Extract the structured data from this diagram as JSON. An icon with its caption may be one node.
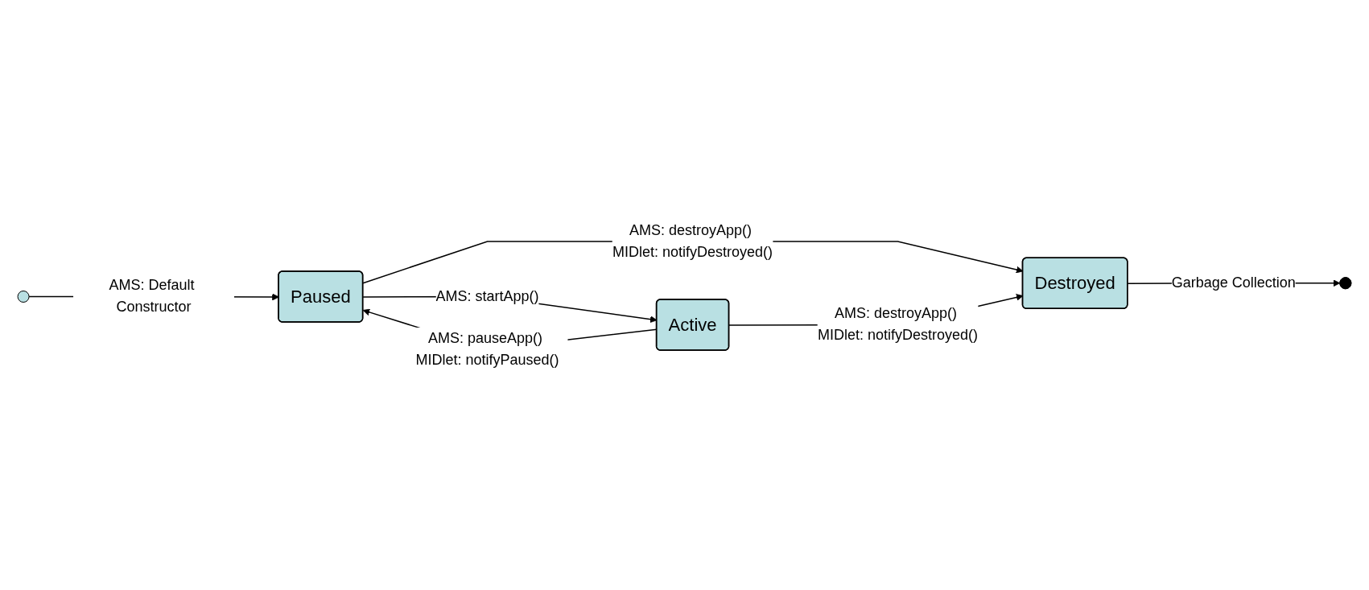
{
  "diagram": {
    "nodes": [
      {
        "text": [],
        "shape": "circle"
      },
      {
        "text": [
          "Paused"
        ]
      },
      {
        "text": [
          "Active"
        ]
      },
      {
        "text": [
          "Destroyed"
        ]
      },
      {
        "text": [],
        "shape": "circle"
      }
    ],
    "edges": [
      {
        "from": 0,
        "to": 1,
        "arrow": "to",
        "label": "AMS: Default Constructor"
      },
      {
        "from": 1,
        "to": 2,
        "arrow": "to",
        "label": "AMS: startApp()"
      },
      {
        "from": 2,
        "to": 1,
        "arrow": "to",
        "label": "AMS: pauseApp() MIDlet: notifyPaused()"
      },
      {
        "from": 1,
        "to": 3,
        "arrow": "to",
        "label": "AMS: destroyApp() MIDlet: notifyDestroyed()"
      },
      {
        "from": 2,
        "to": 3,
        "arrow": "to",
        "label": "AMS: destroyApp() MIDlet: notifyDestroyed()"
      },
      {
        "from": 3,
        "to": 4,
        "arrow": "to",
        "label": "Garbage Collection"
      }
    ]
  }
}
